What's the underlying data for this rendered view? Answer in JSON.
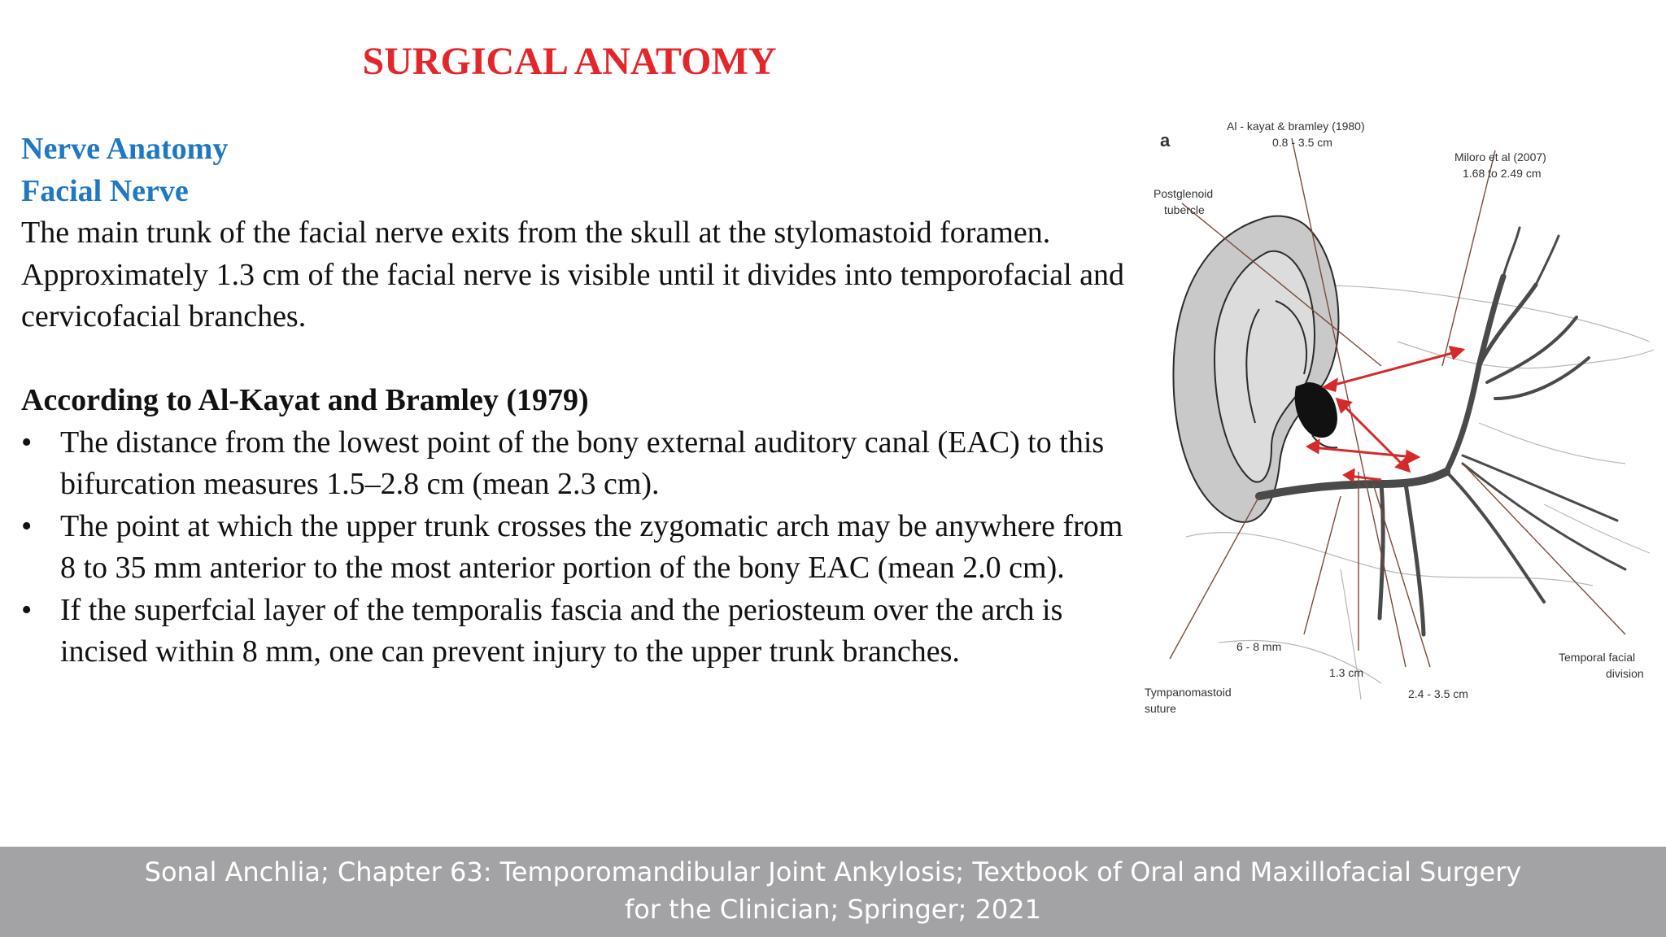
{
  "title": "SURGICAL ANATOMY",
  "colors": {
    "title": "#e3262a",
    "heading": "#1f78c1",
    "body_text": "#111111",
    "footer_bg": "#a3a3a5",
    "footer_text": "#ffffff",
    "arrow": "#d42a2a"
  },
  "body": {
    "heading1": "Nerve Anatomy",
    "heading2": "Facial Nerve",
    "para1": "The main trunk of the facial nerve exits from the skull at the stylomastoid foramen.",
    "para2": "Approximately 1.3  cm of the facial nerve is visible until it divides into temporofacial and cervicofacial branches.",
    "subheading": "According to Al-Kayat and Bramley (1979)",
    "bullet_symbol": "•",
    "bullets": [
      "The distance from the lowest point of the bony external auditory canal (EAC) to this bifurcation measures 1.5–2.8 cm (mean 2.3  cm).",
      "The point at which the upper trunk crosses the zygomatic arch may be anywhere from 8 to 35 mm anterior to the most anterior portion of the bony EAC (mean 2.0 cm).",
      "If the superfcial layer of the temporalis fascia and the periosteum over the arch is incised within 8 mm, one can prevent injury to the upper trunk branches."
    ]
  },
  "figure": {
    "panel_letter": "a",
    "labels": {
      "alkayat_1": "Al - kayat & bramley (1980)",
      "alkayat_2": "0.8 - 3.5 cm",
      "miloro_1": "Miloro et al (2007)",
      "miloro_2": "1.68 to 2.49 cm",
      "postglenoid_1": "Postglenoid",
      "postglenoid_2": "tubercle",
      "six_eight": "6 - 8 mm",
      "one_three": "1.3 cm",
      "two_four": "2.4 - 3.5 cm",
      "tympano_1": "Tympanomastoid",
      "tympano_2": "suture",
      "temporal_1": "Temporal facial",
      "temporal_2": "division"
    }
  },
  "footer": {
    "line1": "Sonal Anchlia; Chapter 63: Temporomandibular Joint Ankylosis; Textbook of  Oral and Maxillofacial Surgery",
    "line2": "for the Clinician; Springer; 2021"
  }
}
